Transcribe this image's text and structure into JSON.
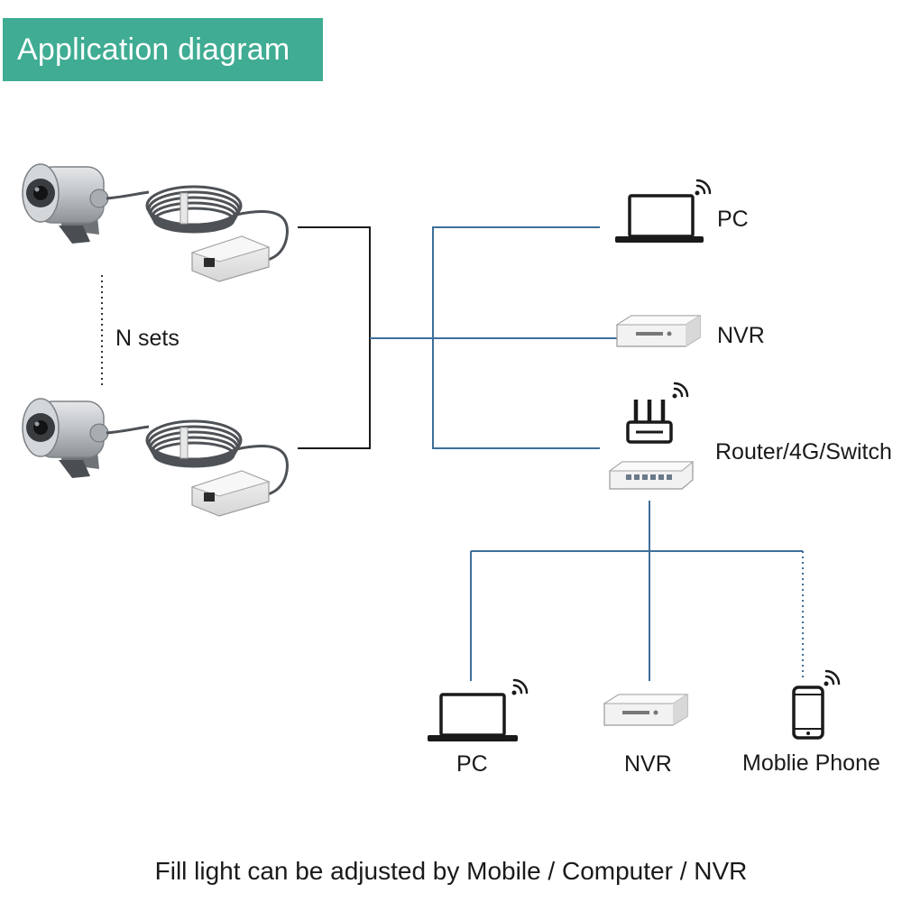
{
  "title": "Application diagram",
  "cameras_label": "N sets",
  "devices": {
    "pc_top": "PC",
    "nvr_top": "NVR",
    "router": "Router/4G/Switch",
    "pc_bottom": "PC",
    "nvr_bottom": "NVR",
    "phone": "Moblie Phone"
  },
  "footer": "Fill light can be adjusted by Mobile / Computer / NVR",
  "colors": {
    "banner": "#3fac93",
    "network_line": "#3d6f99",
    "camera_line": "#1a1a1a",
    "steel": "#b8bcbf"
  },
  "icons": [
    "camera-icon",
    "cable-coil-icon",
    "poe-box-icon",
    "laptop-icon",
    "nvr-icon",
    "router-icon",
    "switch-icon",
    "phone-icon",
    "wifi-icon"
  ]
}
